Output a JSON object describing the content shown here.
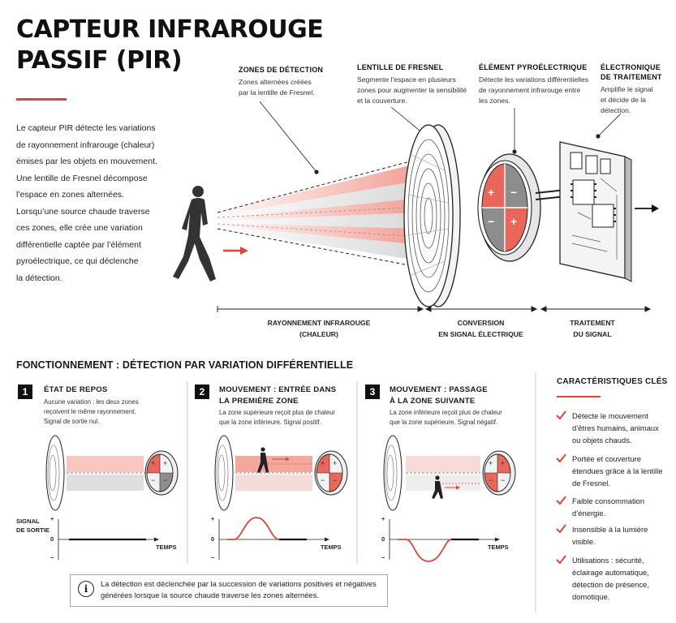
{
  "title": {
    "line1": "CAPTEUR INFRAROUGE",
    "line2": "PASSIF (PIR)"
  },
  "intro": [
    "Le capteur PIR détecte les variations",
    "de rayonnement infrarouge (chaleur)",
    "émises par les objets en mouvement.",
    "Une lentille de Fresnel décompose",
    "l’espace en zones alternées.",
    "Lorsqu’une source chaude traverse",
    "ces zones, elle crée une variation",
    "différentielle captée par l’élément",
    "pyroélectrique, ce qui déclenche",
    "la détection."
  ],
  "labels": {
    "zones": {
      "title": "ZONES DE DÉTECTION",
      "lines": [
        "Zones alternées créées",
        "par la lentille de Fresnel."
      ]
    },
    "lens": {
      "title": "LENTILLE DE FRESNEL",
      "lines": [
        "Segmente l’espace en plusieurs",
        "zones pour augmenter la sensibilité",
        "et la couverture."
      ]
    },
    "pyro": {
      "title": "ÉLÉMENT PYROÉLECTRIQUE",
      "lines": [
        "Détecte les variations différentielles",
        "de rayonnement infrarouge entre",
        "les zones."
      ]
    },
    "elec": {
      "title_lines": [
        "ÉLECTRONIQUE",
        "DE TRAITEMENT"
      ],
      "lines": [
        "Amplifie le signal",
        "et décide de la",
        "détection."
      ]
    }
  },
  "bars": {
    "rayonnement": [
      "RAYONNEMENT INFRAROUGE",
      "(CHALEUR)"
    ],
    "conversion": [
      "CONVERSION",
      "EN SIGNAL ÉLECTRIQUE"
    ],
    "traitement": [
      "TRAITEMENT",
      "DU SIGNAL"
    ]
  },
  "signs": {
    "plus": "+",
    "minus": "−",
    "zero": "0"
  },
  "section_title": "FONCTIONNEMENT : DÉTECTION PAR VARIATION DIFFÉRENTIELLE",
  "steps": [
    {
      "num": "1",
      "title_lines": [
        "ÉTAT DE REPOS"
      ],
      "desc": [
        "Aucune variation : les deux zones",
        "reçoivent le même rayonnement.",
        "Signal de sortie nul."
      ]
    },
    {
      "num": "2",
      "title_lines": [
        "MOUVEMENT : ENTRÉE DANS",
        "LA PREMIÈRE ZONE"
      ],
      "desc": [
        "La zone supérieure reçoit plus de chaleur",
        "que la zone inférieure. Signal positif."
      ]
    },
    {
      "num": "3",
      "title_lines": [
        "MOUVEMENT : PASSAGE",
        "À LA ZONE SUIVANTE"
      ],
      "desc": [
        "La zone inférieure reçoit plus de chaleur",
        "que la zone supérieure. Signal négatif."
      ]
    }
  ],
  "signal_label": [
    "SIGNAL",
    "DE SORTIE"
  ],
  "time_label": "TEMPS",
  "features_title": "CARACTÉRISTIQUES CLÉS",
  "features": [
    [
      "Détecte le mouvement",
      "d’êtres humains, animaux",
      "ou objets chauds."
    ],
    [
      "Portée et couverture",
      "étendues grâce à la lentille",
      "de Fresnel."
    ],
    [
      "Faible consommation",
      "d’énergie."
    ],
    [
      "Insensible à la lumière",
      "visible."
    ],
    [
      "Utilisations : sécurité,",
      "éclairage automatique,",
      "détection de présence,",
      "domotique."
    ]
  ],
  "note": {
    "icon": "i",
    "lines": [
      "La détection est déclenchée par la succession de variations positives et négatives",
      "générées lorsque la source chaude traverse les zones alternées."
    ]
  },
  "colors": {
    "accent": "#d9473a",
    "accent_light": "#f6c9c2",
    "grey_zone": "#dcdcdc",
    "dark": "#111111"
  }
}
